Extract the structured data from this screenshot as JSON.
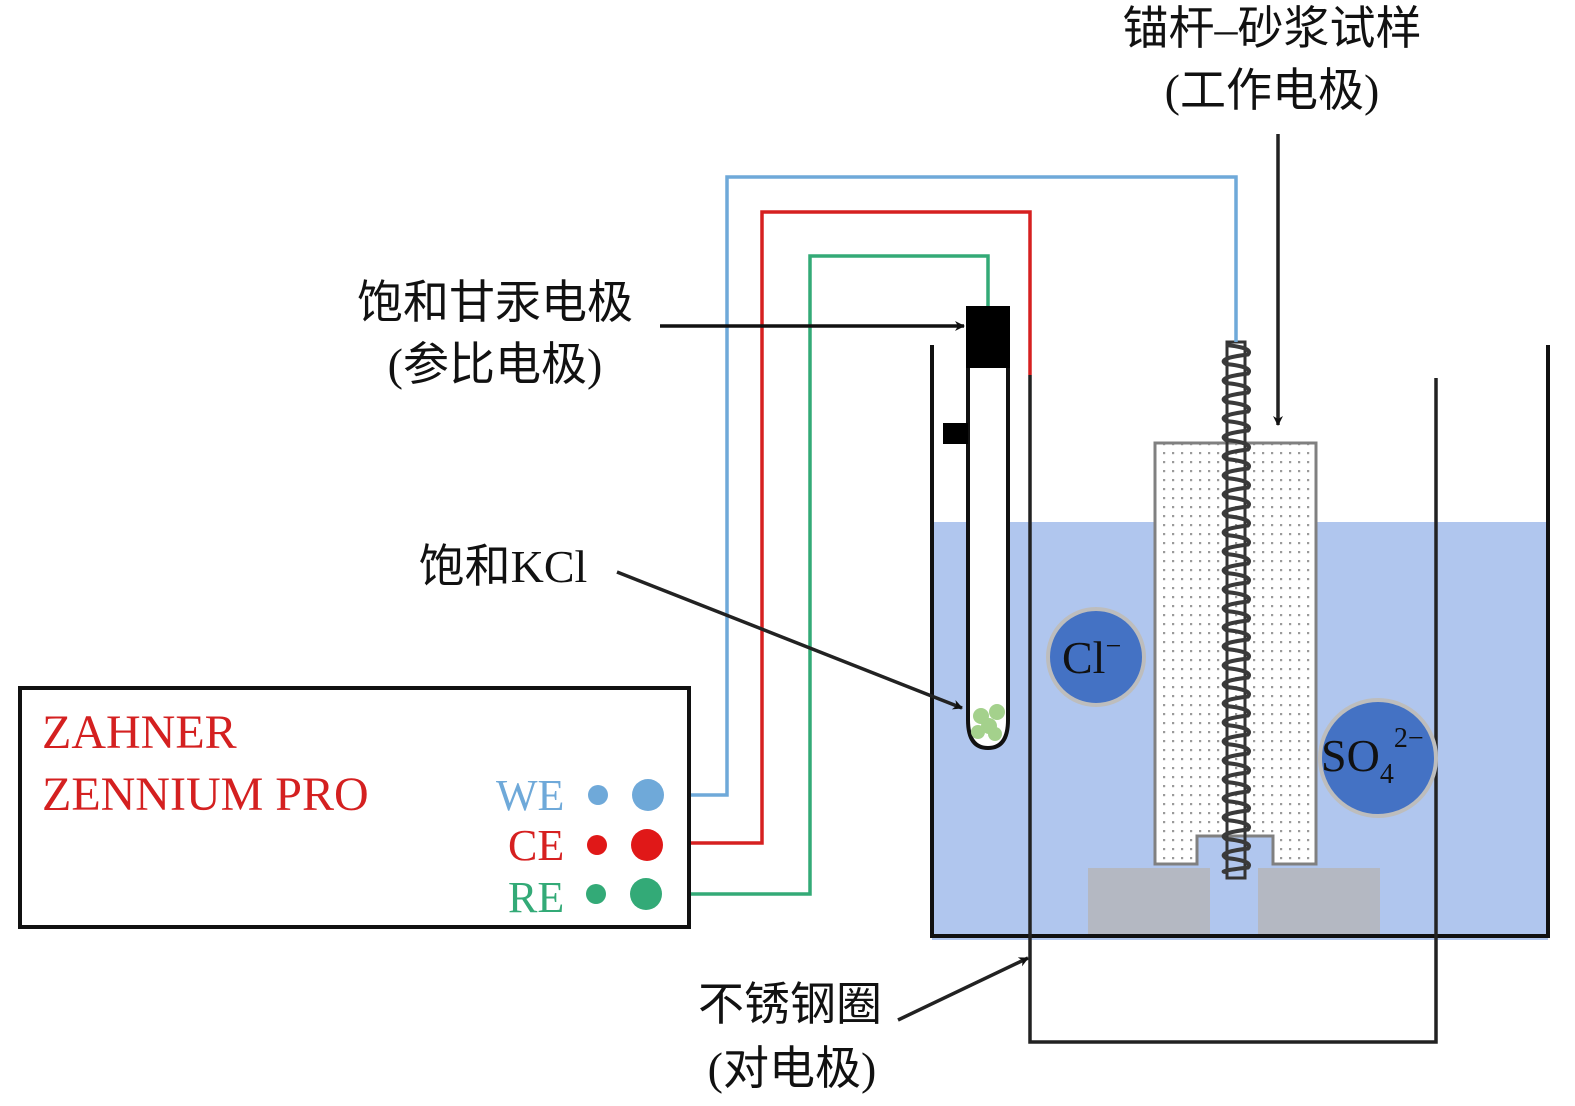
{
  "colors": {
    "we": "#6fa9d9",
    "ce": "#d62020",
    "re": "#33aa77",
    "electrolyte": "#b0c6ee",
    "ion_fill": "#4472c4",
    "ion_stroke": "#bdbdbd",
    "mortar_stroke": "#808080",
    "support": "#b4b8c2",
    "device_text": "#d42020",
    "kcl_crystal": "#a4d18c"
  },
  "labels": {
    "specimen_line1": "锚杆–砂浆试样",
    "specimen_line2": "(工作电极)",
    "sce_line1": "饱和甘汞电极",
    "sce_line2": "(参比电极)",
    "kcl": "饱和KCl",
    "ring_line1": "不锈钢圈",
    "ring_line2": "(对电极)"
  },
  "device": {
    "brand": "ZAHNER",
    "model": "ZENNIUM PRO",
    "ports": [
      {
        "id": "we",
        "label": "WE"
      },
      {
        "id": "ce",
        "label": "CE"
      },
      {
        "id": "re",
        "label": "RE"
      }
    ]
  },
  "ions": [
    {
      "id": "chloride",
      "base": "Cl",
      "sub": "",
      "sup": "−"
    },
    {
      "id": "sulfate",
      "base": "SO",
      "sub": "4",
      "sup": "2−"
    }
  ]
}
